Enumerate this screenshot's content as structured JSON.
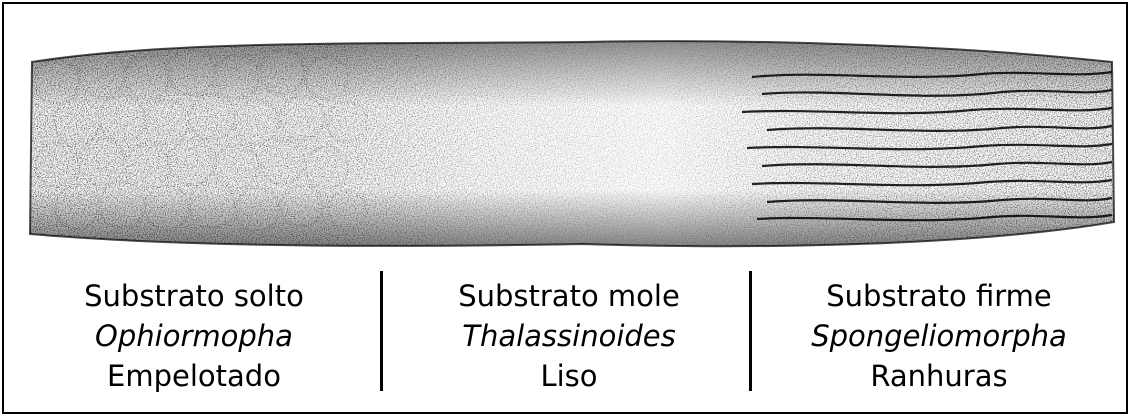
{
  "figure": {
    "sections": [
      {
        "substrate": "Substrato solto",
        "genus": "Ophiormopha",
        "texture": "Empelotado"
      },
      {
        "substrate": "Substrato mole",
        "genus": "Thalassinoides",
        "texture": "Liso"
      },
      {
        "substrate": "Substrato firme",
        "genus": "Spongeliomorpha",
        "texture": "Ranhuras"
      }
    ]
  },
  "colors": {
    "ink": "#000000",
    "paper": "#ffffff",
    "shade": "#2a2a2a"
  }
}
